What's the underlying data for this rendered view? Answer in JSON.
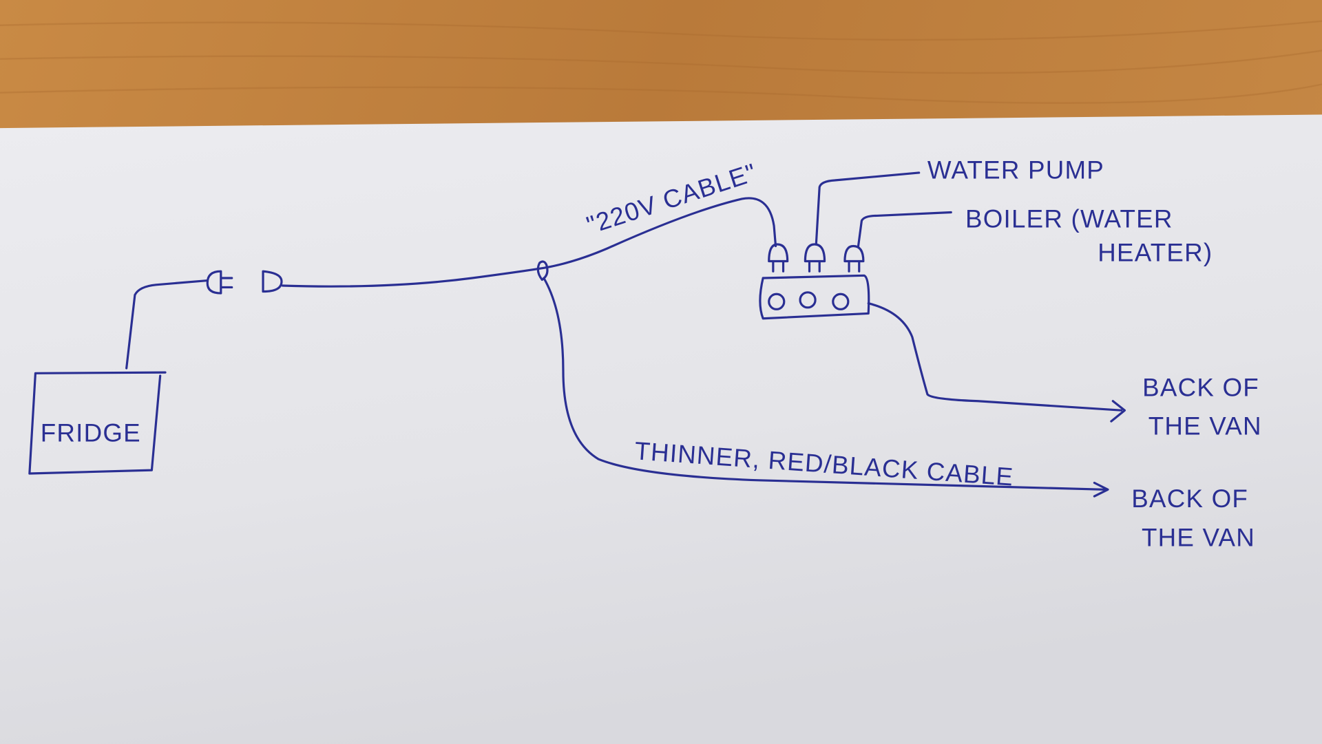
{
  "diagram": {
    "nodes": {
      "fridge": "FRIDGE",
      "water_pump": "WATER PUMP",
      "boiler_line1": "BOILER (WATER",
      "boiler_line2": "HEATER)",
      "back_of_van_1_line1": "BACK OF",
      "back_of_van_1_line2": "THE VAN",
      "back_of_van_2_line1": "BACK OF",
      "back_of_van_2_line2": "THE VAN"
    },
    "edge_labels": {
      "cable_220v": "\"220V CABLE\"",
      "thinner_cable": "THINNER, RED/BLACK CABLE"
    },
    "colors": {
      "ink": "#2a2f93",
      "paper": "#e6e6ea",
      "wood": "#b8793a"
    }
  }
}
